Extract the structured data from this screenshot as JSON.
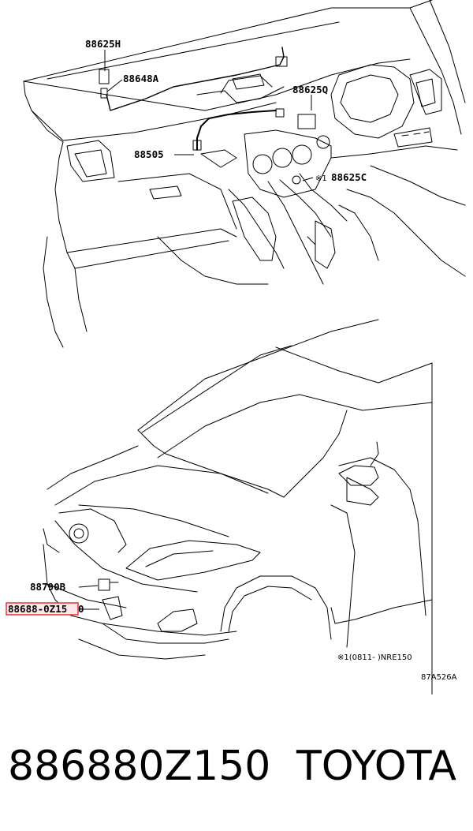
{
  "labels": {
    "l1": "88625H",
    "l2": "88648A",
    "l3": "88625Q",
    "l4": "88505",
    "l5": "※1",
    "l6": "88625C",
    "l7": "88790B",
    "l8": "88688-0Z15",
    "l8_tail": "0"
  },
  "footnote": "※1(0811-     )NRE150",
  "diagram_code": "87A526A",
  "caption": {
    "part_number": "886880Z150",
    "brand": "TOYOTA"
  },
  "colors": {
    "line": "#000000",
    "highlight": "#e8323c",
    "background": "#ffffff"
  }
}
